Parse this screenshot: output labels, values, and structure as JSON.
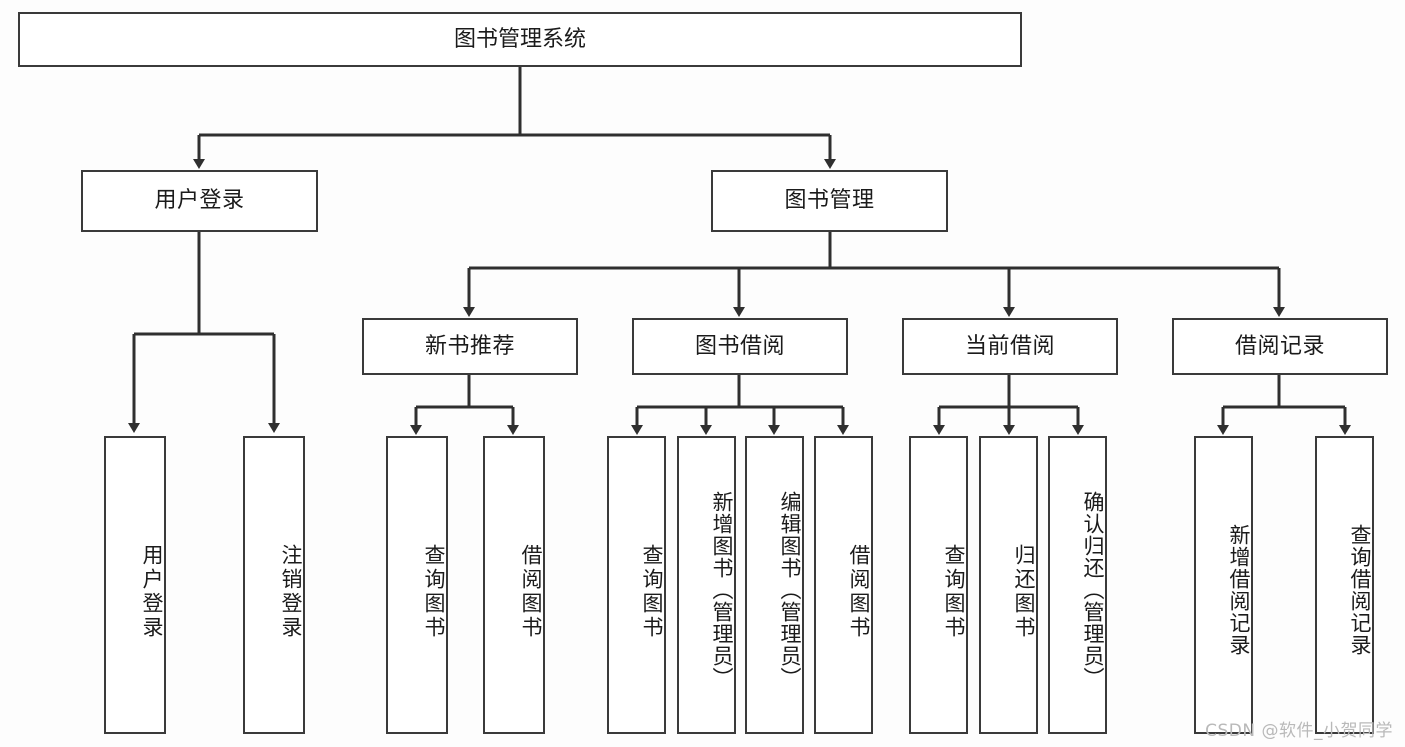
{
  "diagram": {
    "type": "tree-hierarchy",
    "background_color": "#fdfdfd",
    "line_color": "#3a3a3a",
    "box_fill": "#ffffff",
    "root": {
      "label": "图书管理系统"
    },
    "level2": [
      {
        "label": "用户登录"
      },
      {
        "label": "图书管理"
      }
    ],
    "level3": [
      {
        "label": "新书推荐"
      },
      {
        "label": "图书借阅"
      },
      {
        "label": "当前借阅"
      },
      {
        "label": "借阅记录"
      }
    ],
    "leaves": {
      "user_login": [
        {
          "label": "用户登录"
        },
        {
          "label": "注销登录"
        }
      ],
      "new_book": [
        {
          "label": "查询图书"
        },
        {
          "label": "借阅图书"
        }
      ],
      "book_borrow": [
        {
          "label": "查询图书"
        },
        {
          "label": "新增图书（管理员）"
        },
        {
          "label": "编辑图书（管理员）"
        },
        {
          "label": "借阅图书"
        }
      ],
      "current_borrow": [
        {
          "label": "查询图书"
        },
        {
          "label": "归还图书"
        },
        {
          "label": "确认归还（管理员）"
        }
      ],
      "borrow_record": [
        {
          "label": "新增借阅记录"
        },
        {
          "label": "查询借阅记录"
        }
      ]
    }
  },
  "watermark": {
    "text": "CSDN @软件_小贺同学"
  }
}
